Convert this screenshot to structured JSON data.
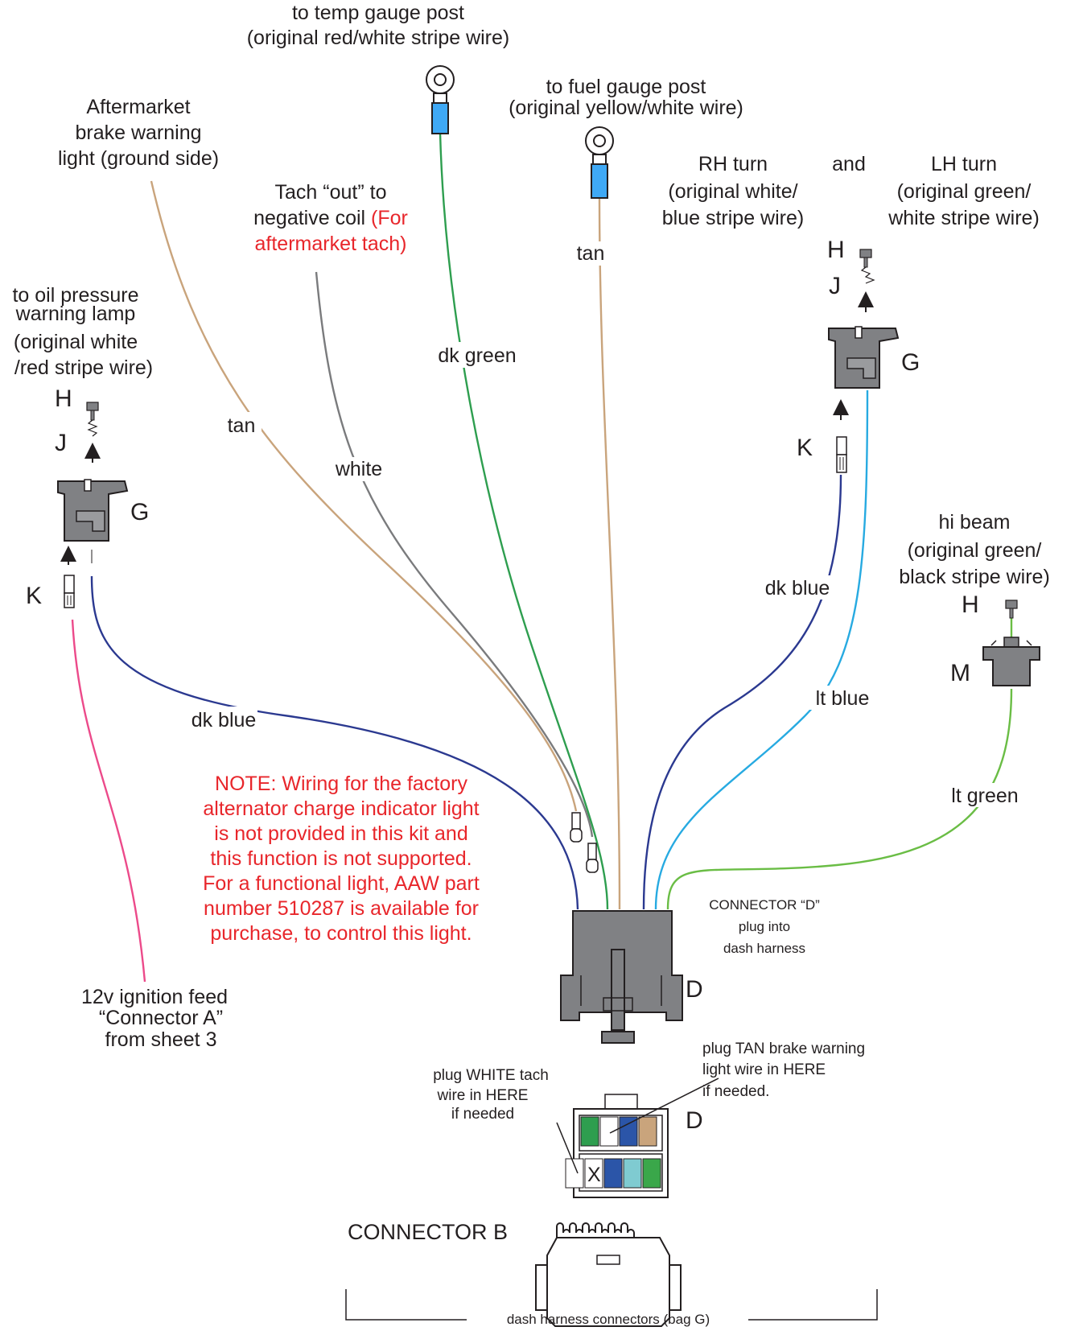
{
  "colors": {
    "tan": "#c9a47c",
    "white_wire": "#7a7b7d",
    "dk_green": "#2e9e4f",
    "dk_blue": "#2b3990",
    "lt_blue": "#27aae1",
    "lt_green": "#6abd45",
    "pink": "#ec4a8a",
    "red_text": "#e8262b",
    "connector_gray": "#808184",
    "ring_blue": "#3fa9f5"
  },
  "labels": {
    "temp_gauge_1": "to temp gauge post",
    "temp_gauge_2": "(original red/white stripe wire)",
    "fuel_gauge_1": "to fuel gauge post",
    "fuel_gauge_2": "(original yellow/white wire)",
    "aftermarket_1": "Aftermarket",
    "aftermarket_2": "brake warning",
    "aftermarket_3": "light (ground side)",
    "tach_1": "Tach “out” to",
    "tach_2": "negative coil",
    "tach_3_red": "(For",
    "tach_4_red": "aftermarket tach)",
    "rh_turn_1": "RH turn",
    "rh_turn_2": "(original white/",
    "rh_turn_3": "blue stripe wire)",
    "and": "and",
    "lh_turn_1": "LH turn",
    "lh_turn_2": "(original green/",
    "lh_turn_3": "white stripe wire)",
    "oil_1": "to oil pressure",
    "oil_2": "warning lamp",
    "oil_3": "(original white",
    "oil_4": "/red stripe wire)",
    "hi_beam_1": "hi beam",
    "hi_beam_2": "(original green/",
    "hi_beam_3": "black stripe wire)",
    "ign_1": "12v ignition feed",
    "ign_2": "“Connector A”",
    "ign_3": "from sheet 3",
    "conn_d_1": "CONNECTOR “D”",
    "conn_d_2": "plug into",
    "conn_d_3": "dash harness",
    "plug_white_1": "plug WHITE tach",
    "plug_white_2": "wire in HERE",
    "plug_white_3": "if needed",
    "plug_tan_1": "plug TAN brake warning",
    "plug_tan_2": "light wire in HERE",
    "plug_tan_3": "if needed.",
    "connector_b": "CONNECTOR B",
    "bag_g": "dash harness connectors (bag G)"
  },
  "note": [
    "NOTE: Wiring for the factory",
    "alternator charge indicator light",
    "is not provided in this kit and",
    "this function is not supported.",
    "For a functional light, AAW part",
    "number 510287 is available for",
    "purchase, to control this light."
  ],
  "wire_labels": {
    "tan_left": "tan",
    "white": "white",
    "dk_green": "dk green",
    "tan_fuel": "tan",
    "dk_blue_left": "dk blue",
    "dk_blue_right": "dk blue",
    "lt_blue": "lt blue",
    "lt_green": "lt green"
  },
  "letters": {
    "h_left": "H",
    "j_left": "J",
    "g_left": "G",
    "k_left": "K",
    "h_right": "H",
    "j_right": "J",
    "g_right": "G",
    "k_right": "K",
    "h_beam": "H",
    "m_beam": "M",
    "d_main": "D",
    "d_face": "D",
    "x_mark": "X"
  }
}
